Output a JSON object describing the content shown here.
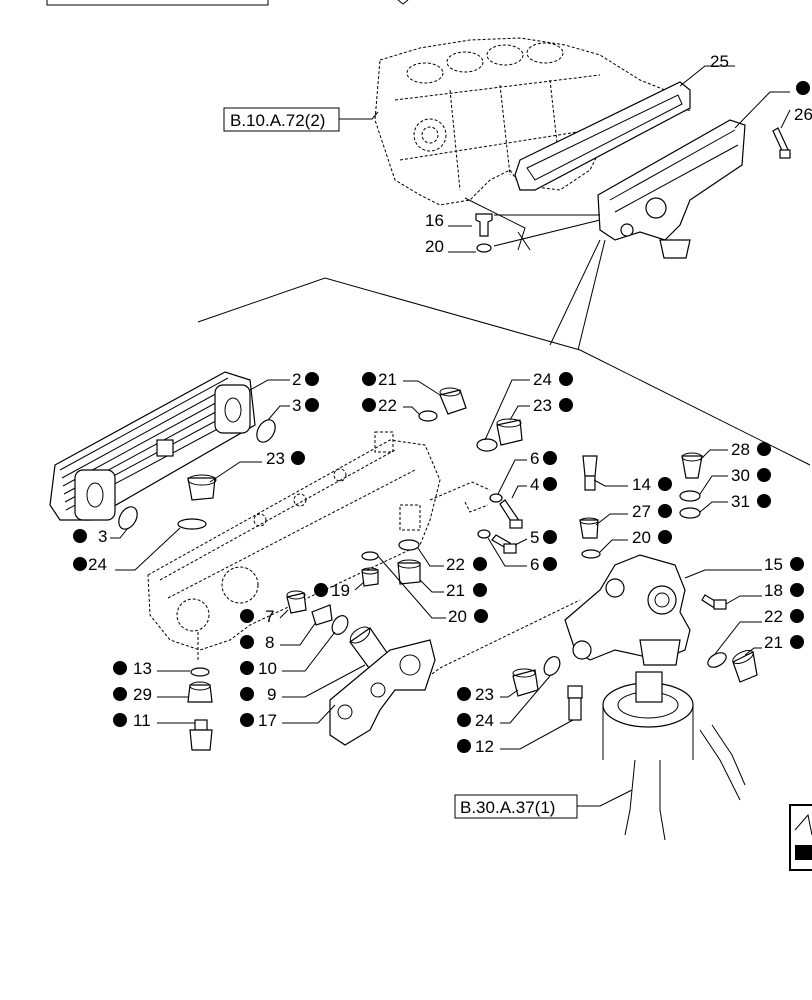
{
  "references": {
    "engine_block": "B.10.A.72(2)",
    "oil_filter": "B.30.A.37(1)"
  },
  "labels": {
    "l25": "25",
    "l26": "26",
    "l16": "16",
    "l20top": "20",
    "l2": "2",
    "l3a": "3",
    "l3b": "3",
    "l23a": "23",
    "l24a": "24",
    "l21a": "21",
    "l22a": "22",
    "l24b": "24",
    "l23b": "23",
    "l6a": "6",
    "l4": "4",
    "l5": "5",
    "l6b": "6",
    "l22b": "22",
    "l21b": "21",
    "l19": "19",
    "l20b": "20",
    "l14": "14",
    "l27": "27",
    "l20c": "20",
    "l28": "28",
    "l30": "30",
    "l31": "31",
    "l15": "15",
    "l18": "18",
    "l22c": "22",
    "l21c": "21",
    "l7": "7",
    "l8": "8",
    "l10": "10",
    "l9": "9",
    "l17": "17",
    "l13": "13",
    "l29": "29",
    "l11": "11",
    "l23c": "23",
    "l24c": "24",
    "l12": "12"
  },
  "colors": {
    "ink": "#000000",
    "background": "#ffffff"
  }
}
